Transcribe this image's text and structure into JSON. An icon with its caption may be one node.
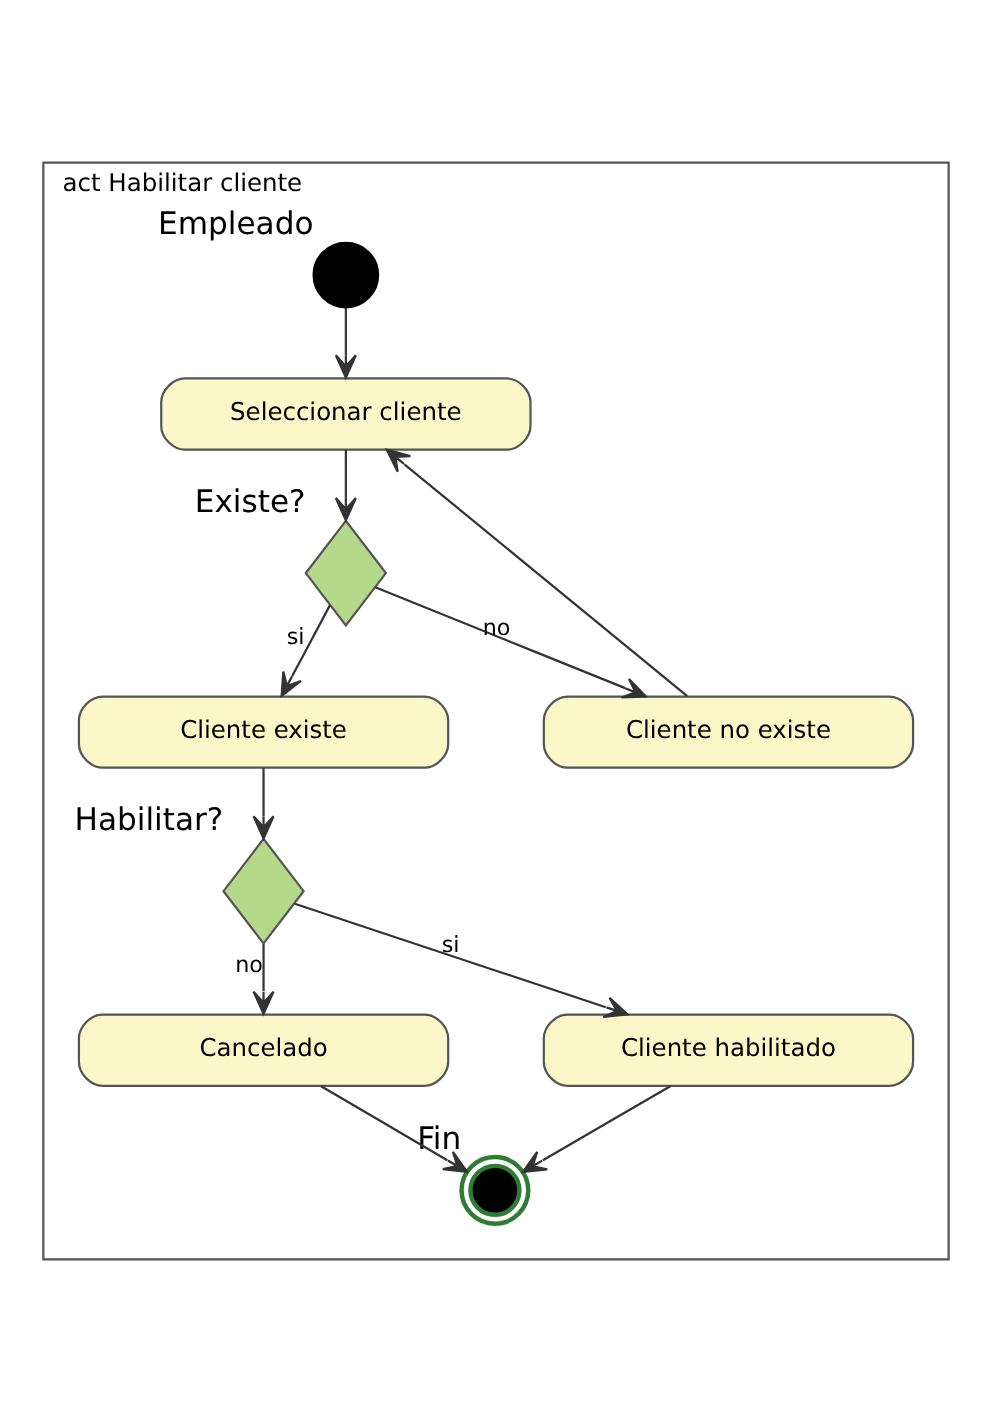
{
  "diagram": {
    "nodes": [
      {
        "text": [
          "act Habilitar cliente"
        ]
      },
      {
        "text": [],
        "shape": "circle",
        "beside": [
          "Empleado"
        ],
        "in": 0
      },
      {
        "text": [
          "Seleccionar cliente"
        ],
        "in": 0
      },
      {
        "text": [],
        "shape": "diamond",
        "beside": [
          "Existe?"
        ],
        "in": 0
      },
      {
        "text": [
          "Cliente existe"
        ],
        "in": 0
      },
      {
        "text": [
          "Cliente no existe"
        ],
        "in": 0
      },
      {
        "text": [],
        "shape": "diamond",
        "beside": [
          "Habilitar?"
        ],
        "in": 0
      },
      {
        "text": [
          "Cancelado"
        ],
        "in": 0
      },
      {
        "text": [
          "Cliente habilitado"
        ],
        "in": 0
      },
      {
        "text": [],
        "shape": "circle",
        "beside": [
          "Fin"
        ],
        "in": 0
      }
    ],
    "edges": [
      {
        "from": 1,
        "to": 2,
        "arrow": "to"
      },
      {
        "from": 2,
        "to": 3,
        "arrow": "to"
      },
      {
        "from": 3,
        "to": 4,
        "arrow": "to",
        "label": "si"
      },
      {
        "from": 3,
        "to": 5,
        "arrow": "to",
        "label": "no"
      },
      {
        "from": 5,
        "to": 2,
        "arrow": "to"
      },
      {
        "from": 4,
        "to": 6,
        "arrow": "to"
      },
      {
        "from": 6,
        "to": 7,
        "arrow": "to",
        "label": "no"
      },
      {
        "from": 6,
        "to": 8,
        "arrow": "to",
        "label": "si"
      },
      {
        "from": 7,
        "to": 9,
        "arrow": "to"
      },
      {
        "from": 8,
        "to": 9,
        "arrow": "to"
      }
    ]
  }
}
